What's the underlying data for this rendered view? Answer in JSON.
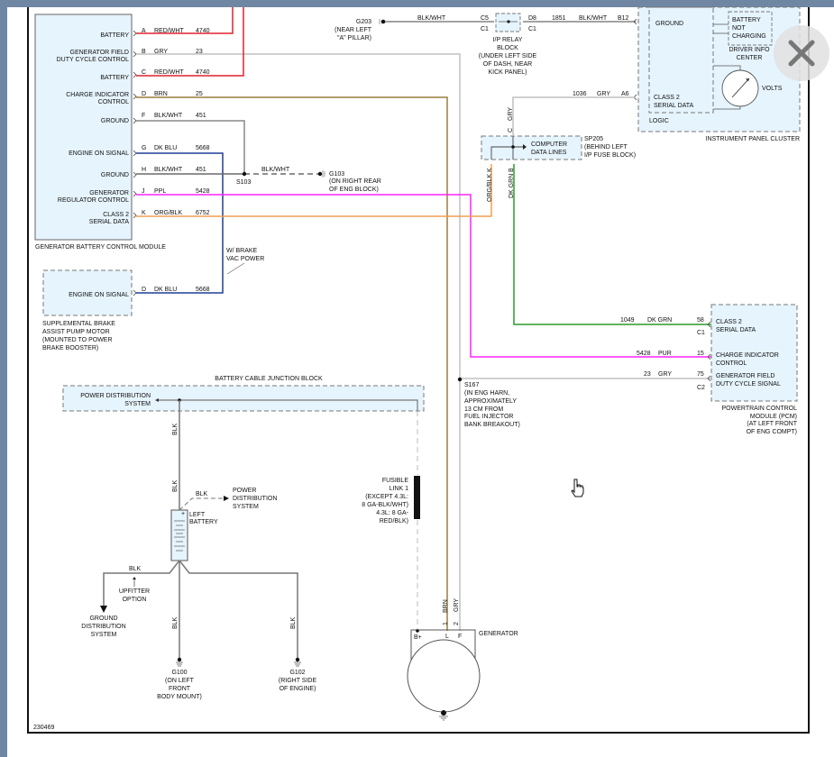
{
  "diagram": {
    "id_code": "230469",
    "colors": {
      "red_wht": "#e0222e",
      "gry": "#c0c0c0",
      "brn": "#9a7d3c",
      "blk_wht": "#6a6a6a",
      "dk_blu": "#1f3f9a",
      "ppl": "#ff22ff",
      "org_blk": "#f0a050",
      "dk_grn": "#2a9a2a",
      "module_fill": "#e6f4fd"
    },
    "gbcm": {
      "title": "GENERATOR BATTERY CONTROL MODULE",
      "pins": [
        {
          "label1": "BATTERY",
          "label2": "",
          "pin": "A",
          "color": "RED/WHT",
          "circuit": "4740"
        },
        {
          "label1": "GENERATOR FIELD",
          "label2": "DUTY CYCLE CONTROL",
          "pin": "B",
          "color": "GRY",
          "circuit": "23"
        },
        {
          "label1": "BATTERY",
          "label2": "",
          "pin": "C",
          "color": "RED/WHT",
          "circuit": "4740"
        },
        {
          "label1": "CHARGE INDICATOR",
          "label2": "CONTROL",
          "pin": "D",
          "color": "BRN",
          "circuit": "25"
        },
        {
          "label1": "GROUND",
          "label2": "",
          "pin": "F",
          "color": "BLK/WHT",
          "circuit": "451"
        },
        {
          "label1": "ENGINE ON SIGNAL",
          "label2": "",
          "pin": "G",
          "color": "DK BLU",
          "circuit": "5668"
        },
        {
          "label1": "GROUND",
          "label2": "",
          "pin": "H",
          "color": "BLK/WHT",
          "circuit": "451"
        },
        {
          "label1": "GENERATOR",
          "label2": "REGULATOR CONTROL",
          "pin": "J",
          "color": "PPL",
          "circuit": "5428"
        },
        {
          "label1": "CLASS 2",
          "label2": "SERIAL DATA",
          "pin": "K",
          "color": "ORG/BLK",
          "circuit": "6752"
        }
      ]
    },
    "splice_s103": {
      "label": "S103",
      "wire": "BLK/WHT"
    },
    "ground_g103": {
      "line1": "G103",
      "line2": "(ON RIGHT REAR",
      "line3": "OF ENG BLOCK)"
    },
    "brake_note": {
      "line1": "W/ BRAKE",
      "line2": "VAC POWER"
    },
    "brake_pump": {
      "signal": "ENGINE ON SIGNAL",
      "pin": "D",
      "color": "DK BLU",
      "circuit": "5668",
      "caption": [
        "SUPPLEMENTAL BRAKE",
        "ASSIST PUMP MOTOR",
        "(MOUNTED TO POWER",
        "BRAKE BOOSTER)"
      ]
    },
    "ground_g203": {
      "line1": "G203",
      "line2": "(NEAR LEFT",
      "line3": "\"A\" PILLAR)",
      "wire": "BLK/WHT"
    },
    "ip_relay": {
      "pin_left_top": "C5",
      "pin_left_bottom": "C1",
      "pin_right_top": "D8",
      "pin_right_bottom": "C1",
      "caption": [
        "I/P RELAY",
        "BLOCK",
        "(UNDER LEFT SIDE",
        "OF DASH, NEAR",
        "KICK PANEL)"
      ]
    },
    "ipc_wire_top": {
      "circuit": "1851",
      "color": "BLK/WHT",
      "pin": "B12"
    },
    "ipc_wire_data": {
      "circuit": "1036",
      "color": "GRY",
      "pin": "A6"
    },
    "ipc": {
      "ground": "GROUND",
      "class2_1": "CLASS 2",
      "class2_2": "SERIAL DATA",
      "logic": "LOGIC",
      "warning": [
        "BATTERY",
        "NOT",
        "CHARGING"
      ],
      "dic": [
        "DRIVER INFO",
        "CENTER"
      ],
      "volts": "VOLTS",
      "title": "INSTRUMENT PANEL CLUSTER"
    },
    "sp205": {
      "inner1": "COMPUTER",
      "inner2": "DATA LINES",
      "caption": [
        "SP205",
        "(BEHIND LEFT",
        "I/P FUSE BLOCK)"
      ],
      "top_pin": "C",
      "top_color": "GRY",
      "left_pin": "K",
      "left_color": "ORG/BLK",
      "right_pin": "B",
      "right_color": "DK GRN"
    },
    "pcm": {
      "rows": [
        {
          "circuit": "1049",
          "color": "DK GRN",
          "pin": "58",
          "conn": "C1",
          "label1": "CLASS 2",
          "label2": "SERIAL DATA"
        },
        {
          "circuit": "5428",
          "color": "PUR",
          "pin": "15",
          "conn": "",
          "label1": "CHARGE INDICATOR",
          "label2": "CONTROL"
        },
        {
          "circuit": "23",
          "color": "GRY",
          "pin": "75",
          "conn": "C2",
          "label1": "GENERATOR FIELD",
          "label2": "DUTY CYCLE SIGNAL"
        }
      ],
      "caption": [
        "POWERTRAIN CONTROL",
        "MODULE (PCM)",
        "(AT LEFT FRONT",
        "OF ENG COMPT)"
      ]
    },
    "junction_block": {
      "title": "BATTERY CABLE JUNCTION BLOCK",
      "line1": "POWER DISTRIBUTION",
      "line2": "SYSTEM"
    },
    "s167": [
      "S167",
      "(IN ENG HARN,",
      "APPROXIMATELY",
      "13 CM FROM",
      "FUEL INJECTOR",
      "BANK BREAKOUT)"
    ],
    "fusible_link": [
      "FUSIBLE",
      "LINK 1",
      "(EXCEPT 4.3L:",
      "8 GA-BLK/WHT)",
      "4.3L: 8 GA-",
      "RED/BLK)"
    ],
    "battery": {
      "wire": "BLK",
      "line1": "LEFT",
      "line2": "BATTERY",
      "pds": [
        "POWER",
        "DISTRIBUTION",
        "SYSTEM"
      ]
    },
    "upfitter": {
      "wire": "BLK",
      "line1": "UPFITTER",
      "line2": "OPTION"
    },
    "ground_dist": [
      "GROUND",
      "DISTRIBUTION",
      "SYSTEM"
    ],
    "g100": {
      "wire": "BLK",
      "lines": [
        "G100",
        "(ON LEFT",
        "FRONT",
        "BODY MOUNT)"
      ]
    },
    "g102": {
      "wire": "BLK",
      "lines": [
        "G102",
        "(RIGHT SIDE",
        "OF ENGINE)"
      ]
    },
    "generator": {
      "title": "GENERATOR",
      "b_plus": "B+",
      "l": "L",
      "f": "F",
      "pin1": "1",
      "pin1_color": "BRN",
      "pin2": "2",
      "pin2_color": "GRY"
    }
  },
  "overlay": {
    "close_icon": "close-icon",
    "cursor_icon": "hand-cursor-icon"
  }
}
